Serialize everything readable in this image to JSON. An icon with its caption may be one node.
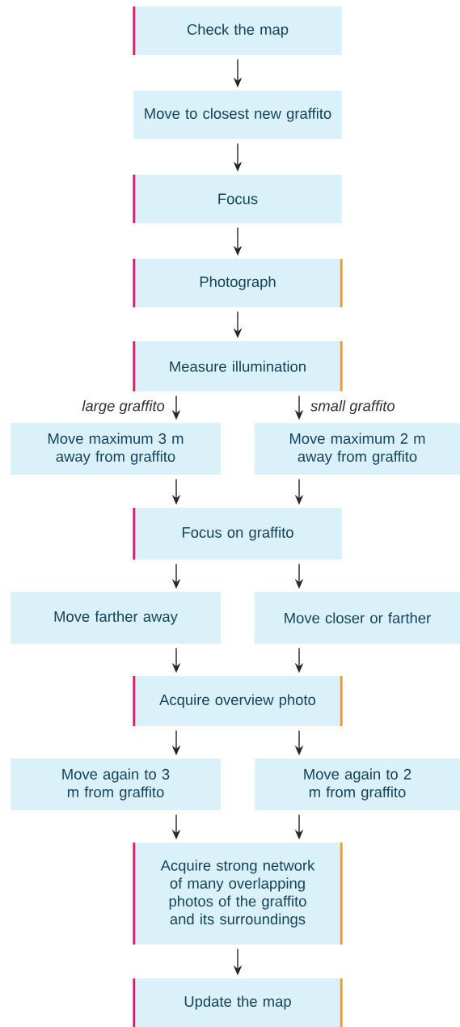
{
  "diagram": {
    "nodes": [
      {
        "text": [
          "Check the map"
        ]
      },
      {
        "text": [
          "Move to closest new graffito"
        ]
      },
      {
        "text": [
          "Focus"
        ]
      },
      {
        "text": [
          "Photograph"
        ]
      },
      {
        "text": [
          "Measure illumination"
        ]
      },
      {
        "text": [
          "Move maximum 3 m away from graffito"
        ]
      },
      {
        "text": [
          "Move maximum 2 m away from graffito"
        ]
      },
      {
        "text": [
          "Focus on graffito"
        ]
      },
      {
        "text": [
          "Move farther away"
        ]
      },
      {
        "text": [
          "Move closer or farther"
        ]
      },
      {
        "text": [
          "Acquire overview photo"
        ]
      },
      {
        "text": [
          "Move again to 3 m from graffito"
        ]
      },
      {
        "text": [
          "Move again to 2 m from graffito"
        ]
      },
      {
        "text": [
          "Acquire strong network of many overlapping photos of the graffito and its surroundings"
        ]
      },
      {
        "text": [
          "Update the map"
        ]
      }
    ],
    "edges": [
      {
        "from": 0,
        "to": 1,
        "arrow": "to"
      },
      {
        "from": 1,
        "to": 2,
        "arrow": "to"
      },
      {
        "from": 2,
        "to": 3,
        "arrow": "to"
      },
      {
        "from": 3,
        "to": 4,
        "arrow": "to"
      },
      {
        "from": 4,
        "to": 5,
        "arrow": "to",
        "label": "large graffito"
      },
      {
        "from": 4,
        "to": 6,
        "arrow": "to",
        "label": "small graffito"
      },
      {
        "from": 5,
        "to": 7,
        "arrow": "to"
      },
      {
        "from": 6,
        "to": 7,
        "arrow": "to"
      },
      {
        "from": 7,
        "to": 8,
        "arrow": "to"
      },
      {
        "from": 7,
        "to": 9,
        "arrow": "to"
      },
      {
        "from": 8,
        "to": 10,
        "arrow": "to"
      },
      {
        "from": 9,
        "to": 10,
        "arrow": "to"
      },
      {
        "from": 10,
        "to": 11,
        "arrow": "to"
      },
      {
        "from": 10,
        "to": 12,
        "arrow": "to"
      },
      {
        "from": 11,
        "to": 13,
        "arrow": "to"
      },
      {
        "from": 12,
        "to": 13,
        "arrow": "to"
      },
      {
        "from": 13,
        "to": 14,
        "arrow": "to"
      }
    ]
  }
}
